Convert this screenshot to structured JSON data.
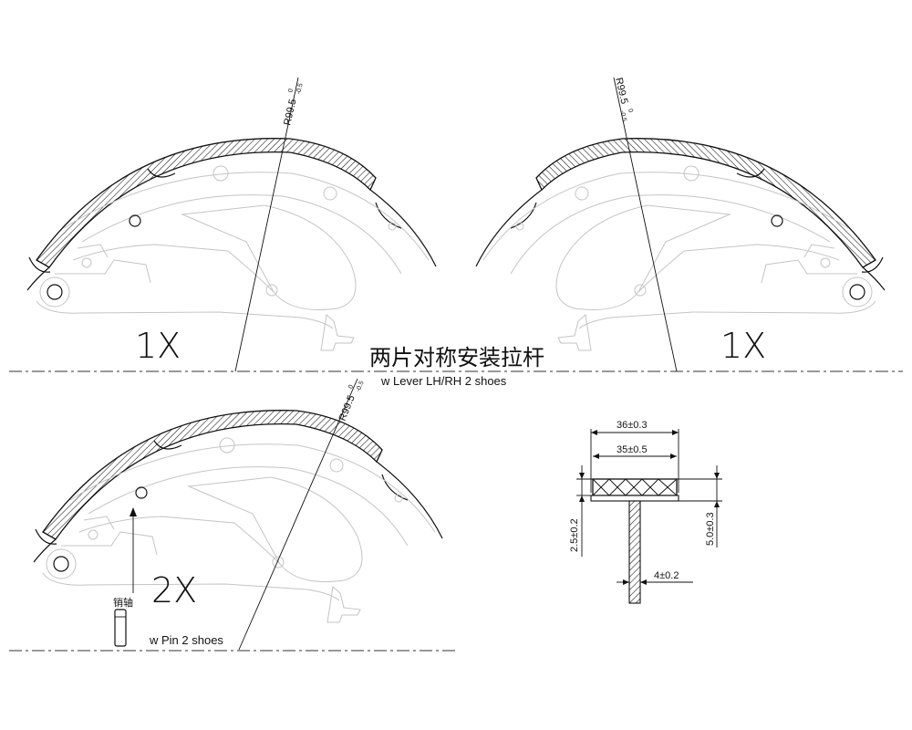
{
  "shoes": {
    "top_left": {
      "radius_label": "R99.5",
      "tol_upper": "0",
      "tol_lower": "-0.5",
      "qty": "1X"
    },
    "top_right": {
      "radius_label": "R99.5",
      "tol_upper": "0",
      "tol_lower": "-0.5",
      "qty": "1X"
    },
    "bottom": {
      "radius_label": "R99.5",
      "tol_upper": "0",
      "tol_lower": "-0.5",
      "qty": "2X"
    }
  },
  "captions": {
    "chinese_title": "两片对称安装拉杆",
    "lever_note": "w Lever  LH/RH 2 shoes",
    "pin_note": "w Pin 2 shoes",
    "pin_label": "销轴"
  },
  "section": {
    "width_outer": "36±0.3",
    "width_inner": "35±0.5",
    "lining_thk": "2.5±0.2",
    "total_thk": "5.0±0.3",
    "web_thk": "4±0.2"
  },
  "colors": {
    "ink": "#111111",
    "ghost": "#c4c4c4"
  }
}
